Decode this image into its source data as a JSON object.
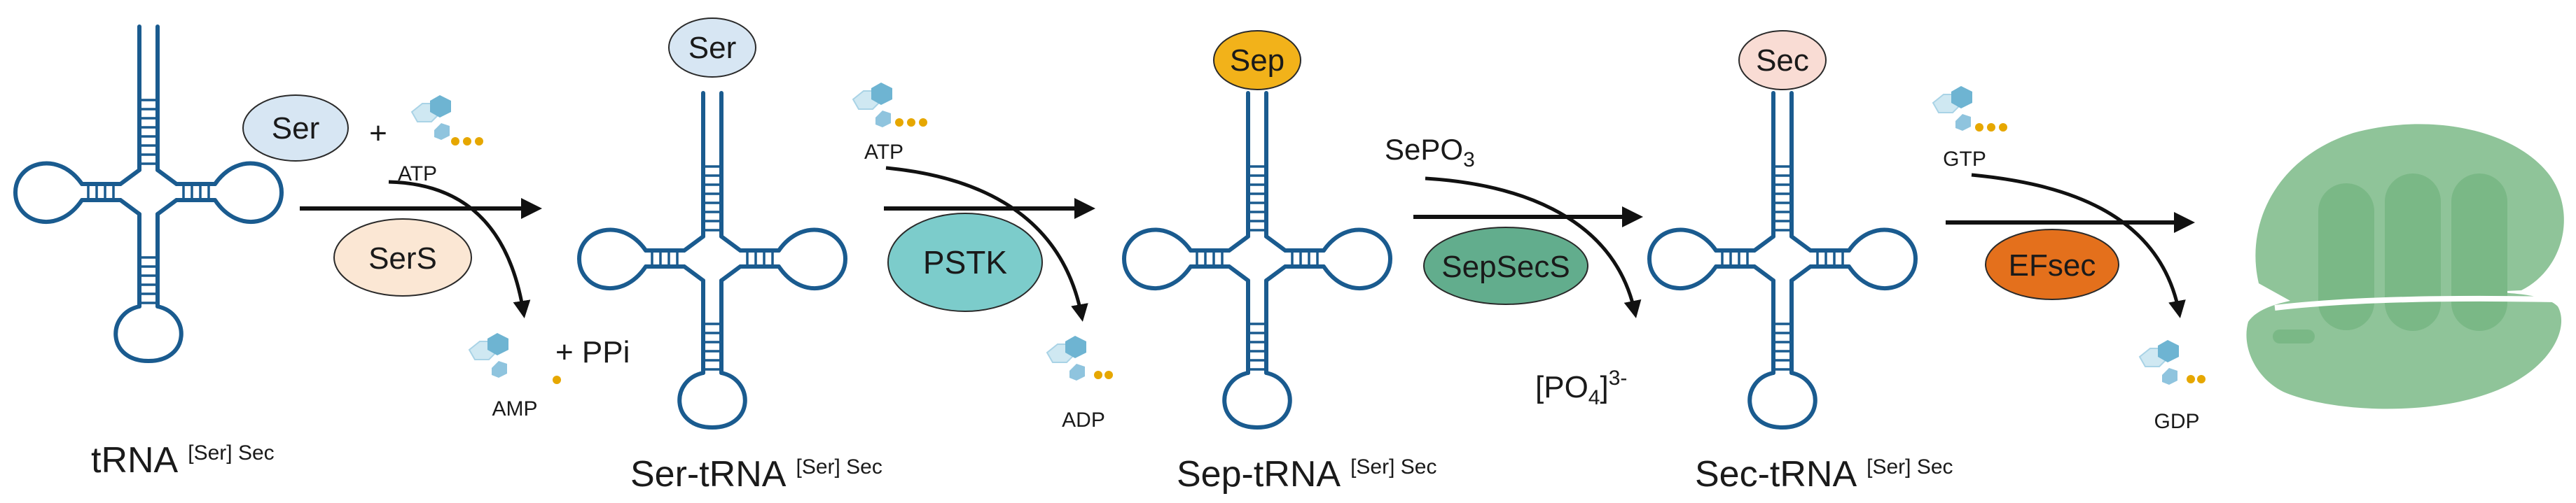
{
  "colors": {
    "trna_stroke": "#1a5b8f",
    "arrow": "#111111",
    "ser_fill": "#d7e6f3",
    "sep_fill": "#f2b21a",
    "sec_fill": "#f9dcd4",
    "sers_fill": "#fbe7d4",
    "pstk_fill": "#7ccccb",
    "sepsecs_fill": "#62ad8d",
    "efsec_fill": "#e4701c",
    "ribosome": "#8fc499",
    "nucleotide_light": "#bfe1ef",
    "nucleotide_mid": "#6eb4d2",
    "phosphate": "#e6a700"
  },
  "icons": {
    "trna": "trna-cloverleaf-icon",
    "nucleotide": "nucleotide-icon",
    "ribosome": "ribosome-icon"
  },
  "trna_labels": {
    "t1": {
      "main": "tRNA",
      "sup": "[Ser] Sec"
    },
    "t2": {
      "main": "Ser-tRNA",
      "sup": "[Ser] Sec"
    },
    "t3": {
      "main": "Sep-tRNA",
      "sup": "[Ser] Sec"
    },
    "t4": {
      "main": "Sec-tRNA",
      "sup": "[Ser] Sec"
    }
  },
  "caps": {
    "ser": "Ser",
    "sep": "Sep",
    "sec": "Sec"
  },
  "step1": {
    "substrate": "Ser",
    "plus": "+",
    "input": "ATP",
    "enzyme": "SerS",
    "output": "AMP",
    "byproduct": "+ PPi"
  },
  "step2": {
    "input": "ATP",
    "enzyme": "PSTK",
    "output": "ADP"
  },
  "step3": {
    "input_main": "SePO",
    "input_sub": "3",
    "enzyme": "SepSecS",
    "output_main": "[PO",
    "output_sub": "4",
    "output_end": "]",
    "output_sup": "3-"
  },
  "step4": {
    "input": "GTP",
    "enzyme": "EFsec",
    "output": "GDP"
  }
}
